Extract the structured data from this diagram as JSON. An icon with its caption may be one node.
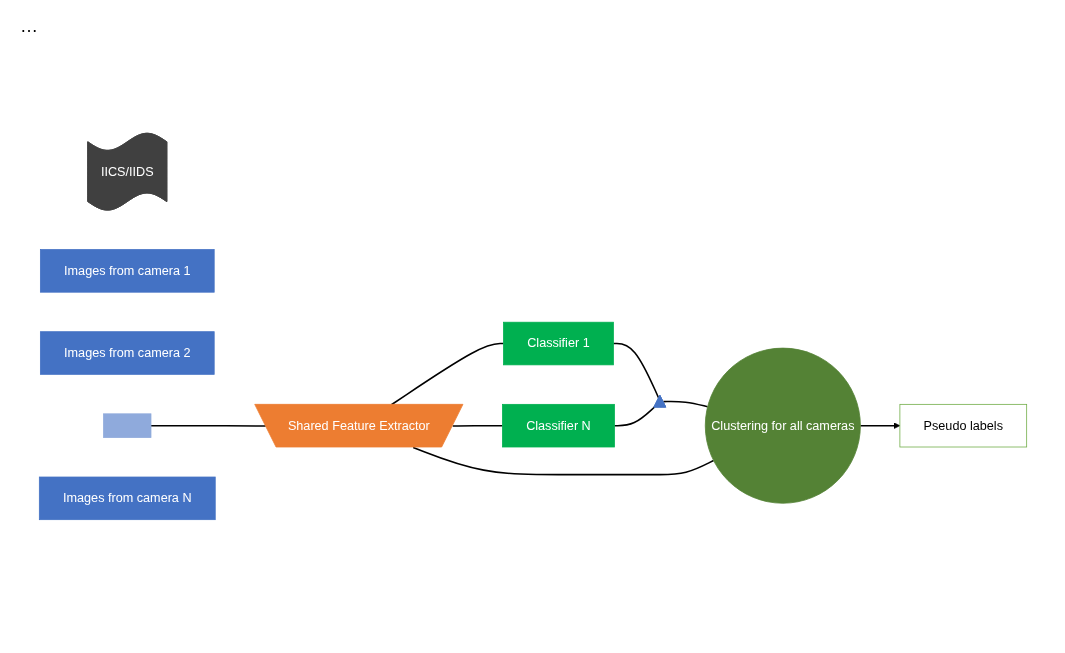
{
  "diagram": {
    "nodes": [
      {
        "text": [
          "IICS/IIDS"
        ]
      },
      {
        "text": [
          "Images from camera 1"
        ]
      },
      {
        "text": [
          "Images from camera 2"
        ]
      },
      {
        "text": [],
        "shape": "box"
      },
      {
        "text": [
          "Images from camera N"
        ]
      },
      {
        "text": [
          "Shared Feature Extractor"
        ]
      },
      {
        "text": [
          "Classifier 1"
        ]
      },
      {
        "text": [
          "Classifier N"
        ]
      },
      {
        "text": [],
        "shape": "triangle"
      },
      {
        "text": [
          "Clustering for all cameras"
        ]
      },
      {
        "text": [
          "Pseudo labels"
        ]
      }
    ],
    "edges": [
      {
        "from": 3,
        "to": 5,
        "arrow": "none"
      },
      {
        "from": 5,
        "to": 6,
        "arrow": "none"
      },
      {
        "from": 5,
        "to": 7,
        "arrow": "none"
      },
      {
        "from": 6,
        "to": 8,
        "arrow": "none"
      },
      {
        "from": 7,
        "to": 8,
        "arrow": "none"
      },
      {
        "from": 8,
        "to": 9,
        "arrow": "none"
      },
      {
        "from": 5,
        "to": 9,
        "arrow": "none"
      },
      {
        "from": 9,
        "to": 10,
        "arrow": "to"
      }
    ],
    "labels": [
      "…"
    ]
  }
}
